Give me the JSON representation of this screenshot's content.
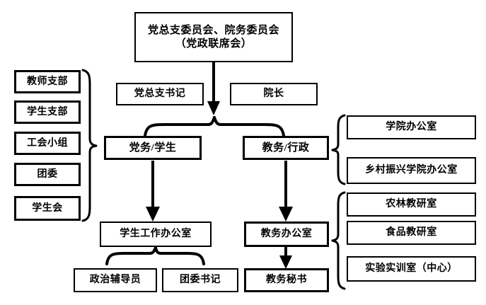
{
  "diagram": {
    "title_node": {
      "line1": "党总支委员会、院务委员会",
      "line2": "（党政联席会）"
    },
    "leader_nodes": [
      {
        "label": "党总支书记"
      },
      {
        "label": "院长"
      }
    ],
    "branch_nodes": [
      {
        "label": "党务/学生"
      },
      {
        "label": "教务/行政"
      }
    ],
    "office_nodes": [
      {
        "label": "学生工作办公室"
      },
      {
        "label": "教务办公室"
      }
    ],
    "staff_nodes": [
      {
        "label": "政治辅导员"
      },
      {
        "label": "团委书记"
      },
      {
        "label": "教务秘书"
      }
    ],
    "left_group": {
      "items": [
        {
          "label": "教师支部"
        },
        {
          "label": "学生支部"
        },
        {
          "label": "工会小组"
        },
        {
          "label": "团委"
        },
        {
          "label": "学生会"
        }
      ]
    },
    "right_group_upper": {
      "items": [
        {
          "label": "学院办公室"
        },
        {
          "label": "乡村振兴学院办公室"
        }
      ]
    },
    "right_group_lower": {
      "items": [
        {
          "label": "农林教研室"
        },
        {
          "label": "食品教研室"
        },
        {
          "label": "实验实训室（中心）"
        }
      ]
    },
    "colors": {
      "stroke": "#000000",
      "fill": "#ffffff",
      "text": "#000000"
    }
  }
}
